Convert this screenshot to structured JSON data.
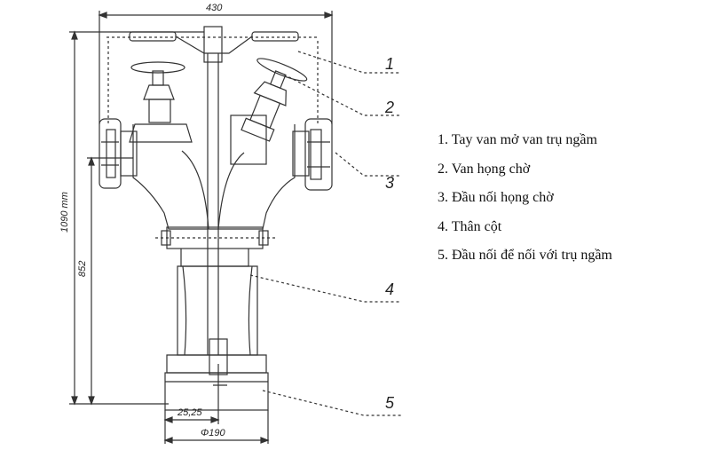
{
  "dimensions": {
    "overall_width": "430",
    "total_height": "1090 mm",
    "body_height": "852",
    "offset": "25,25",
    "base_diameter": "Φ190"
  },
  "callouts": [
    "1",
    "2",
    "3",
    "4",
    "5"
  ],
  "legend": [
    "1. Tay van mở van trụ ngầm",
    "2. Van họng chờ",
    "3. Đầu nối họng chờ",
    "4. Thân cột",
    "5. Đầu nối để nối với trụ ngầm"
  ]
}
